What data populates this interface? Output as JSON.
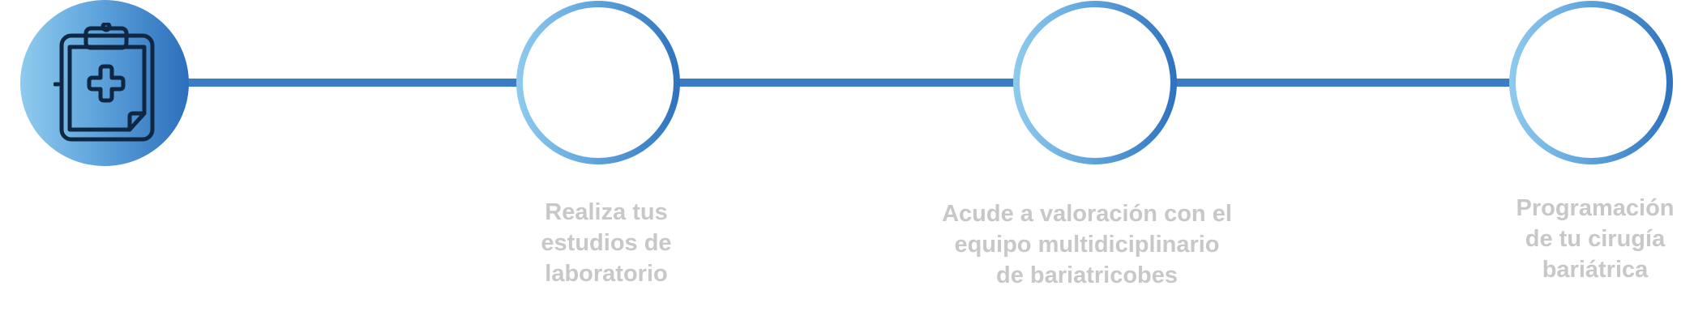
{
  "colors": {
    "line": "#3b7dc4",
    "gradient_light": "#8fcbee",
    "gradient_dark": "#2c6fbc",
    "label_text": "#c8c8c8",
    "icon_stroke": "#0f2742"
  },
  "steps": [
    {
      "icon": "clipboard-medical-icon",
      "label": "",
      "state": "active"
    },
    {
      "label": "Realiza tus\nestudios de\nlaboratorio",
      "state": "pending"
    },
    {
      "label": "Acude a valoración con el\nequipo multidiciplinario\nde bariatricobes",
      "state": "pending"
    },
    {
      "label": "Programación\nde tu cirugía\nbariátrica",
      "state": "pending"
    }
  ]
}
